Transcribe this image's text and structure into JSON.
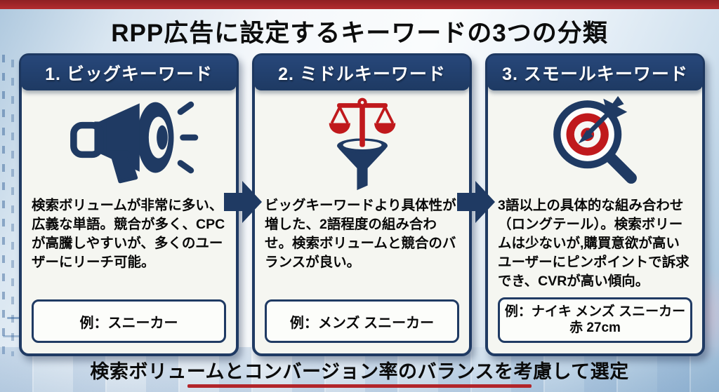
{
  "page": {
    "title": "RPP広告に設定するキーワードの3つの分類",
    "footer_note": "検索ボリュームとコンバージョン率のバランスを考慮して選定"
  },
  "cards": [
    {
      "header": "1. ビッグキーワード",
      "icon": "megaphone-icon",
      "description": "検索ボリュームが非常に多い、広義な単語。競合が多く、CPCが高騰しやすいが、多くのユーザーにリーチ可能。",
      "example": "例：スニーカー"
    },
    {
      "header": "2. ミドルキーワード",
      "icon": "scale-funnel-icon",
      "description": "ビッグキーワードより具体性が増した、2語程度の組み合わせ。検索ボリュームと競合のバランスが良い。",
      "example": "例：メンズ スニーカー"
    },
    {
      "header": "3. スモールキーワード",
      "icon": "target-magnifier-icon",
      "description": "3語以上の具体的な組み合わせ（ロングテール）。検索ボリームは少ないが,購買意欲が高いユーザーにピンポイントで訴求でき、CVRが高い傾向。",
      "example": "例：ナイキ メンズ スニーカー 赤 27cm"
    }
  ],
  "colors": {
    "navy": "#1f3a63",
    "red_bar": "#b22c2f",
    "accent_red": "#c0191c",
    "card_background": "#f5f6f1",
    "page_background": "#d9e6f1"
  }
}
